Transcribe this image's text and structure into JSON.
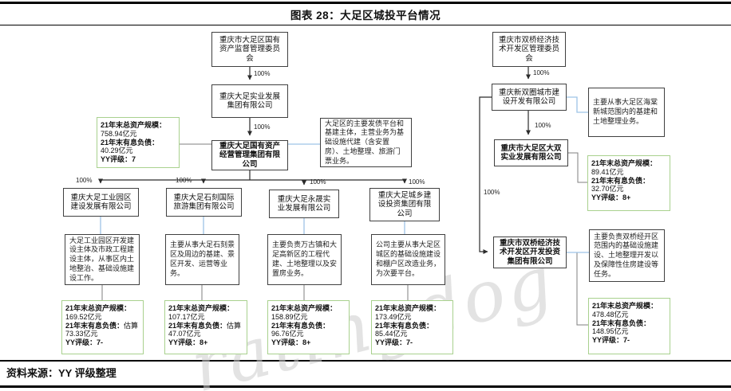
{
  "header": {
    "title": "图表 28：大足区城投平台情况"
  },
  "footer": {
    "source_label": "资料来源：YY 评级整理"
  },
  "watermark": "ratingdog",
  "ownership": "100%",
  "labels": {
    "asset": "21年末总资产规模：",
    "debt": "21年末有息负债：",
    "rating": "YY评级："
  },
  "nodes": {
    "l_root": "重庆市大足区国有资产监督管理委员会",
    "l_mid": "重庆大足实业发展集团有限公司",
    "l_core": "重庆大足国有资产经营管理集团有限公司",
    "s1": "重庆大足工业园区建设发展有限公司",
    "s2": "重庆大足石刻国际旅游集团有限公司",
    "s3": "重庆大足永晟实业发展有限公司",
    "s4": "重庆大足城乡建设投资集团有限公司",
    "r_root": "重庆市双桥经济技术开发区管理委员会",
    "r_mid": "重庆新双圈城市建设开发有限公司",
    "r_sub1": "重庆市大足区大双实业发展有限公司",
    "r_sub2": "重庆市双桥经济技术开发区开发投资集团有限公司"
  },
  "notes": {
    "core": "大足区的主要发债平台和基建主体，主营业务为基础设施代建（含安置房）、土地整理、旅游门票业务。",
    "s1": "大足工业园区开发建设主体及市政工程建设主体，从事区内土地整治、基础设施建设工作。",
    "s2": "主要从事大足石刻景区及周边的基建、景区开发、运营等业务。",
    "s3": "主要负责万古镇和大足高新区的工程代建、土地整理以及安置房业务。",
    "s4": "公司主要从事大足区城区的基础设施建设和棚户区改造业务，为次要平台。",
    "r1": "主要从事大足区海棠新城范围内的基建和土地整理业务。",
    "r2": "主要负责双桥经开区范围内的基础设施建设、土地整理开发以及保障性住房建设等任务。"
  },
  "stats": {
    "core": {
      "asset": "758.94亿元",
      "debt": "40.29亿元",
      "rating": "7"
    },
    "s1": {
      "asset": "169.52亿元",
      "debt": "估算73.33亿元",
      "rating": "7-"
    },
    "s2": {
      "asset": "107.17亿元",
      "debt": "估算47.07亿元",
      "rating": "8+"
    },
    "s3": {
      "asset": "158.89亿元",
      "debt": "96.76亿元",
      "rating": "8+"
    },
    "s4": {
      "asset": "173.49亿元",
      "debt": "85.44亿元",
      "rating": "7-"
    },
    "r1": {
      "asset": "89.41亿元",
      "debt": "32.70亿元",
      "rating": "8+"
    },
    "r2": {
      "asset": "478.48亿元",
      "debt": "148.95亿元",
      "rating": "7-"
    }
  },
  "colors": {
    "stat_border": "#a9d18e",
    "connector_blue": "#9dc3e6",
    "connector_dark": "#2b2b2b",
    "connector_gray": "#7f7f7f"
  }
}
